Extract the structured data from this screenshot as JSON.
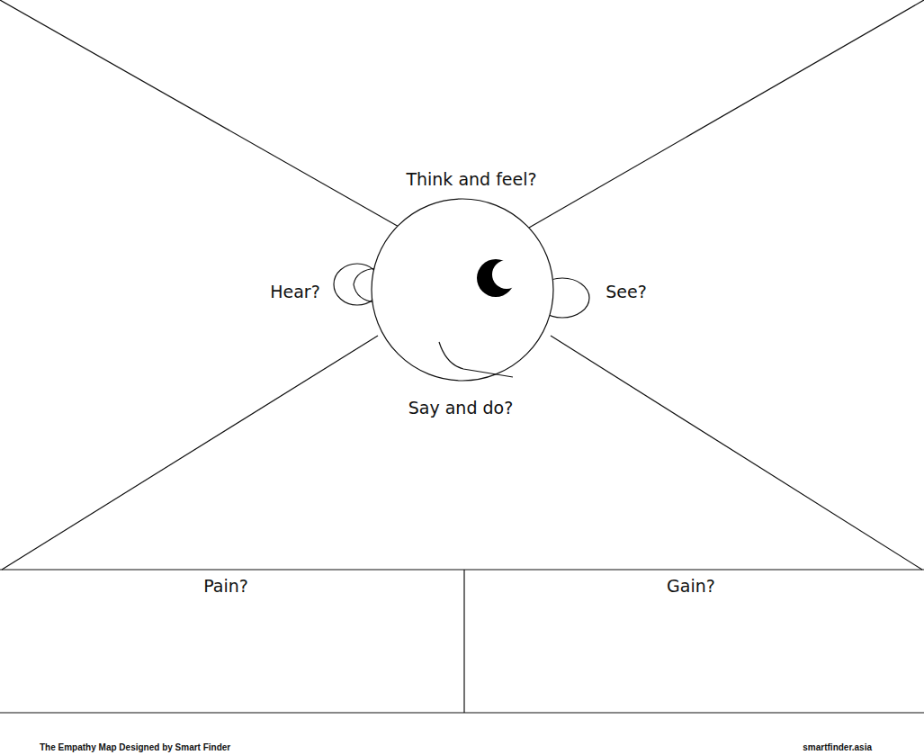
{
  "diagram": {
    "nodes": [
      {
        "text": [
          "Pain?"
        ]
      },
      {
        "text": [
          "Gain?"
        ]
      }
    ],
    "labels": [
      "Think and feel?",
      "Hear?",
      "See?",
      "Say and do?",
      "The Empathy Map Designed by Smart Finder",
      "smartfinder.asia"
    ]
  }
}
